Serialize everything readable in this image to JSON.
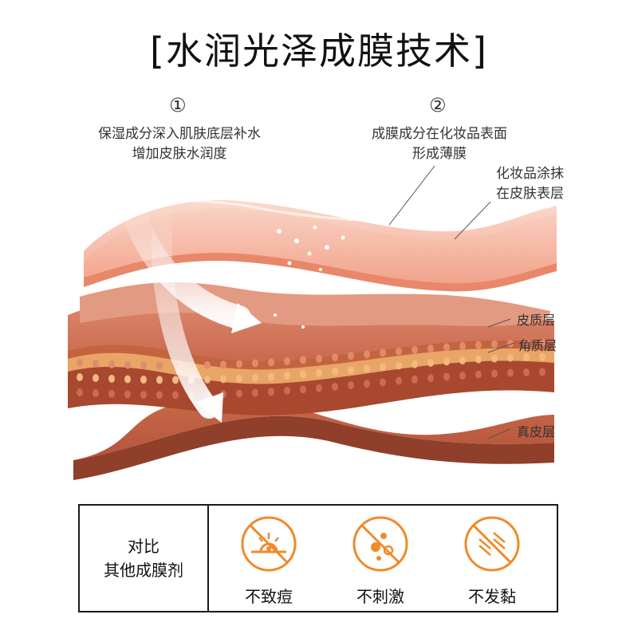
{
  "title": "[水润光泽成膜技术]",
  "step1": {
    "num": "①",
    "lines": [
      "保湿成分深入肌肤底层补水",
      "增加皮肤水润度"
    ]
  },
  "step2": {
    "num": "②",
    "lines": [
      "成膜成分在化妆品表面",
      "形成薄膜"
    ]
  },
  "cosmetic_note": [
    "化妆品涂抹",
    "在皮肤表层"
  ],
  "layers": {
    "dermis_quality": "皮质层",
    "stratum": "角质层",
    "true_dermis": "真皮层"
  },
  "compare": {
    "line1": "对比",
    "line2": "其他成膜剂"
  },
  "features": [
    {
      "label": "不致痘",
      "icon": "no-acne-icon"
    },
    {
      "label": "不刺激",
      "icon": "no-irritation-icon"
    },
    {
      "label": "不发黏",
      "icon": "no-sticky-icon"
    }
  ],
  "colors": {
    "accent": "#f08a2a",
    "top_film": "#f3a58f",
    "skin_mid": "#cd6a4f",
    "dermis": "#b85a3c",
    "yellow_band": "#e9a566"
  }
}
